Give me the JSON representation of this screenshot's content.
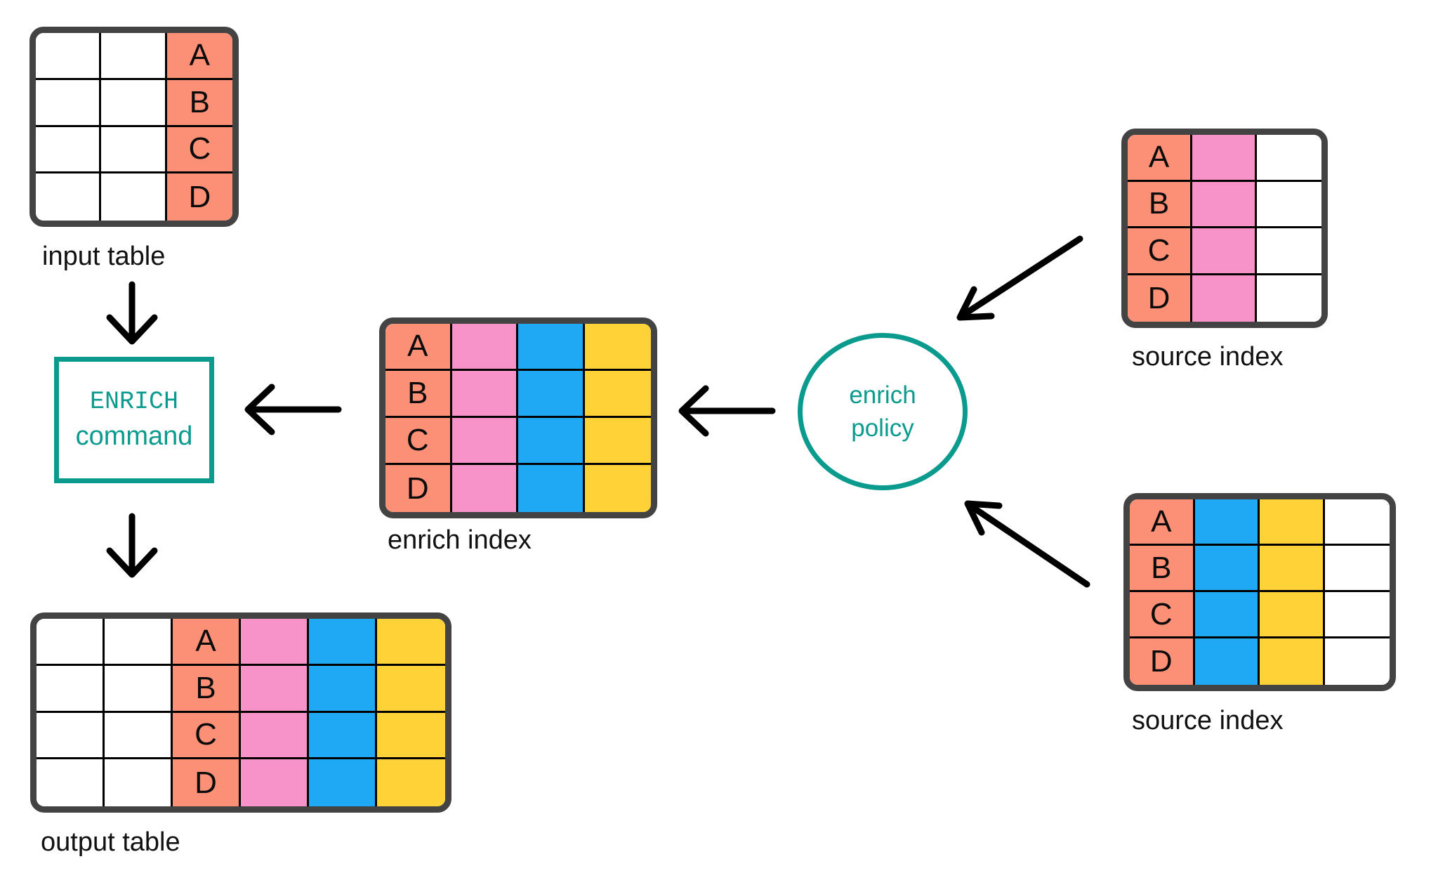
{
  "colors": {
    "teal": "#0b9b8e",
    "salmon": "#fb9076",
    "pink": "#f893c9",
    "blue": "#1fa8f4",
    "yellow": "#ffd337",
    "white": "#ffffff",
    "table_border": "#434343",
    "grid_line": "#000000",
    "arrow": "#000000",
    "text": "#111111"
  },
  "tables": {
    "input_table": {
      "label": "input table",
      "row_count": 4,
      "key_letters": [
        "A",
        "B",
        "C",
        "D"
      ],
      "columns": [
        "white",
        "white",
        "salmon"
      ],
      "letter_col": 2
    },
    "output_table": {
      "label": "output table",
      "row_count": 4,
      "key_letters": [
        "A",
        "B",
        "C",
        "D"
      ],
      "columns": [
        "white",
        "white",
        "salmon",
        "pink",
        "blue",
        "yellow"
      ],
      "letter_col": 2
    },
    "enrich_index": {
      "label": "enrich index",
      "row_count": 4,
      "key_letters": [
        "A",
        "B",
        "C",
        "D"
      ],
      "columns": [
        "salmon",
        "pink",
        "blue",
        "yellow"
      ],
      "letter_col": 0
    },
    "source_index_top": {
      "label": "source index",
      "row_count": 4,
      "key_letters": [
        "A",
        "B",
        "C",
        "D"
      ],
      "columns": [
        "salmon",
        "pink",
        "white"
      ],
      "letter_col": 0
    },
    "source_index_bottom": {
      "label": "source index",
      "row_count": 4,
      "key_letters": [
        "A",
        "B",
        "C",
        "D"
      ],
      "columns": [
        "salmon",
        "blue",
        "yellow",
        "white"
      ],
      "letter_col": 0
    }
  },
  "nodes": {
    "enrich_command": {
      "line1": "ENRICH",
      "line2": "command"
    },
    "enrich_policy": {
      "line1": "enrich",
      "line2": "policy"
    }
  },
  "arrows": [
    {
      "name": "input-to-enrich-command",
      "from": "input table",
      "to": "ENRICH command"
    },
    {
      "name": "enrich-command-to-output",
      "from": "ENRICH command",
      "to": "output table"
    },
    {
      "name": "enrich-index-to-enrich-command",
      "from": "enrich index",
      "to": "ENRICH command"
    },
    {
      "name": "enrich-policy-to-enrich-index",
      "from": "enrich policy",
      "to": "enrich index"
    },
    {
      "name": "source-index-top-to-enrich-policy",
      "from": "source index (top)",
      "to": "enrich policy"
    },
    {
      "name": "source-index-bottom-to-enrich-policy",
      "from": "source index (bottom)",
      "to": "enrich policy"
    }
  ]
}
